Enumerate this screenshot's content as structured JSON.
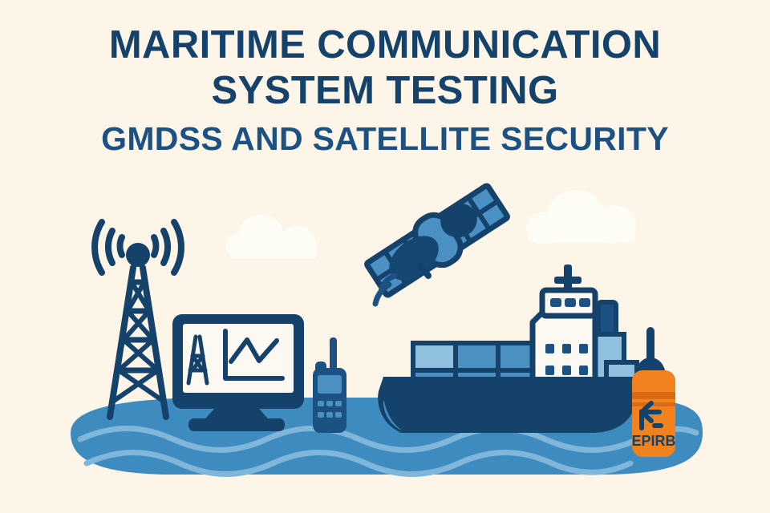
{
  "poster": {
    "title_line_1": "MARITIME COMMUNICATION",
    "title_line_2": "SYSTEM TESTING",
    "subtitle": "GMDSS AND SATELLITE SECURITY",
    "background_color": "#FDF6E8"
  },
  "colors": {
    "background": "#FDF6E8",
    "navy_dark": "#15426B",
    "navy": "#1B5183",
    "blue_mid": "#4A90C2",
    "blue_light": "#8FC0E0",
    "water": "#3E8CBF",
    "water_wave": "#7FB6DA",
    "cloud": "#FDFDF5",
    "white": "#FBF9F1",
    "orange": "#F2821E",
    "orange_dark": "#D96A12"
  },
  "devices": {
    "epirb": {
      "label": "EPIRB",
      "body_color": "#F2821E",
      "antenna_color": "#15426B",
      "icon": "beacon-signal-icon"
    },
    "vhf_radio": {
      "name": "handheld-vhf-radio",
      "body_color": "#1B5183",
      "screen_color": "#4A90C2",
      "keypad_rows": 2,
      "keypad_cols": 3
    },
    "monitor": {
      "name": "test-monitor",
      "screen_content": [
        "antenna-tower-glyph",
        "line-chart-glyph"
      ],
      "frame_color": "#15426B",
      "screen_color": "#FBF9F1"
    },
    "radio_tower": {
      "name": "radio-mast",
      "signal_arcs_per_side": 3,
      "color": "#15426B"
    },
    "satellite": {
      "name": "communications-satellite",
      "solar_panels": 2,
      "panel_cells_per_panel": 6,
      "dish_color": "#15426B",
      "body_color": "#4A90C2",
      "signal_arcs": 2
    },
    "ship": {
      "name": "cargo-ship",
      "hull_color": "#15426B",
      "container_rows": 2,
      "container_cols": 4,
      "bridge_windows": 3,
      "cabin_window_rows": 2,
      "cabin_window_cols": 3,
      "funnel_color": "#8FC0E0"
    }
  },
  "environment": {
    "clouds": 2,
    "water_waves": 2
  }
}
